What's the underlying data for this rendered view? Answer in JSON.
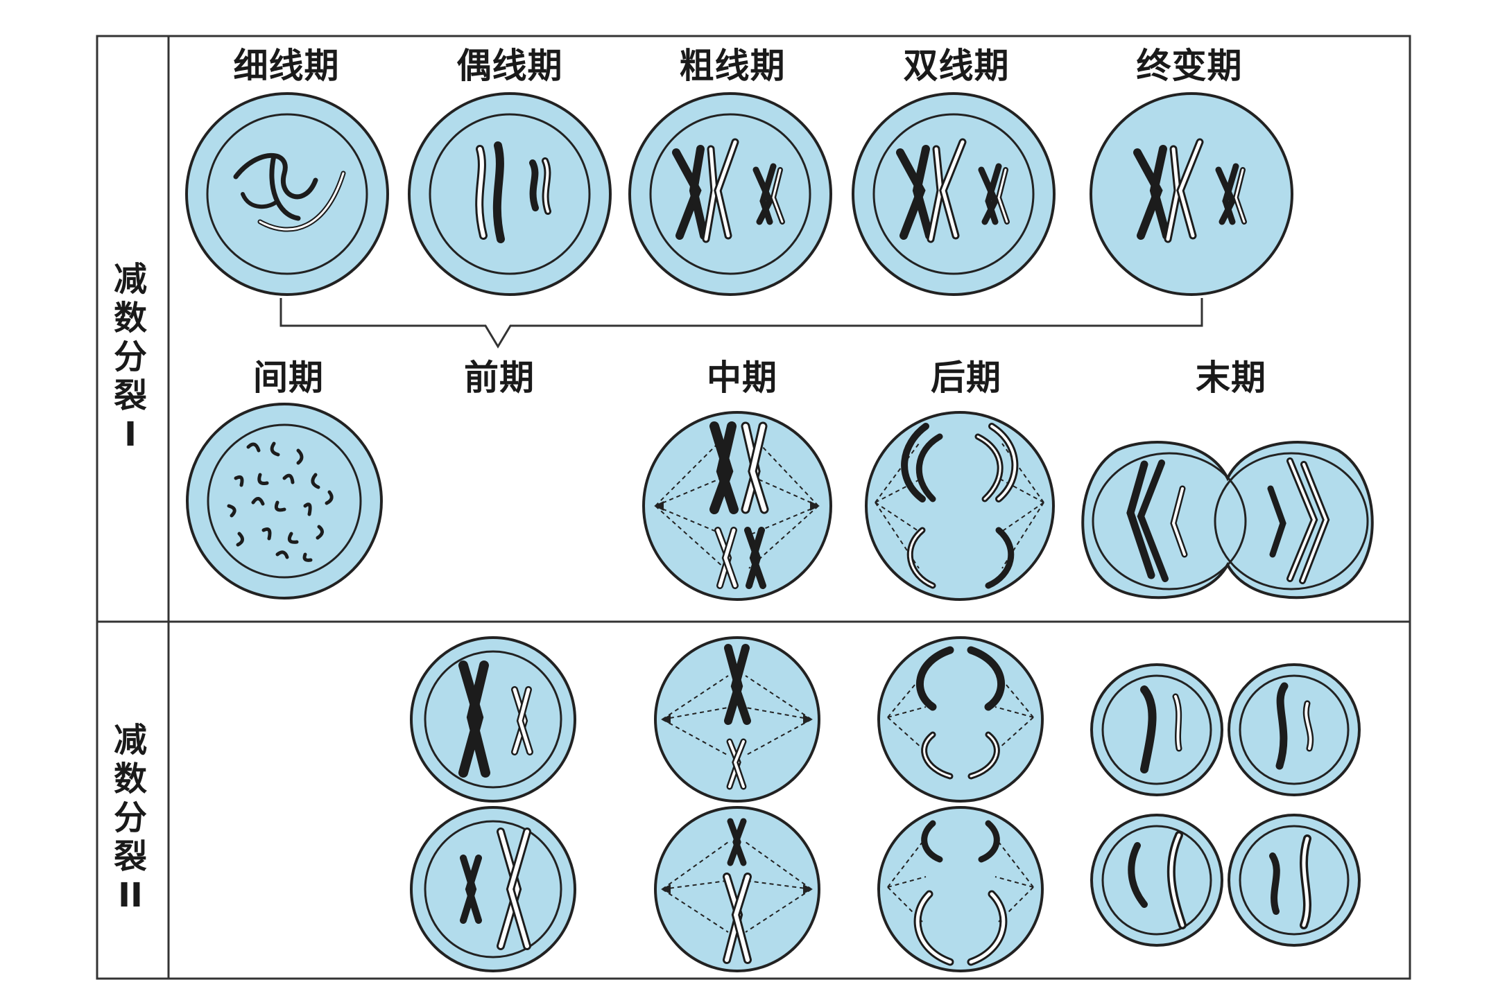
{
  "meiosis_I": {
    "side_label": "减\n数\n分\n裂\nI",
    "prophase_substages": [
      "细线期",
      "偶线期",
      "粗线期",
      "双线期",
      "终变期"
    ],
    "phases": [
      "间期",
      "前期",
      "中期",
      "后期",
      "末期"
    ]
  },
  "meiosis_II": {
    "side_label": "减\n数\n分\n裂\nII"
  },
  "colors": {
    "cell_fill": "#b2dcec",
    "cell_edge": "#222222",
    "chromosome_dark": "#1c1c1c",
    "chromosome_light": "#ffffff",
    "frame": "#333333"
  }
}
